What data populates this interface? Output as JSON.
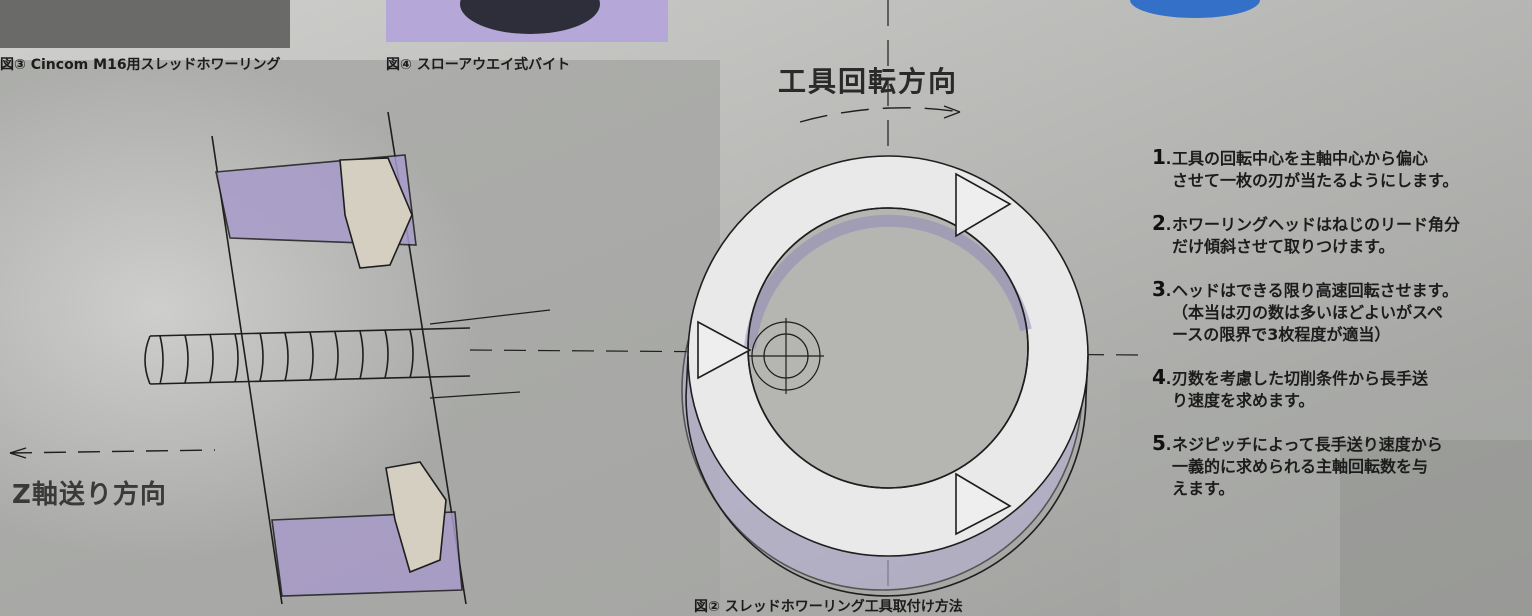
{
  "captions": {
    "fig3": "図③ Cincom M16用スレッドホワーリング",
    "fig4": "図④ スローアウエイ式バイト",
    "fig2": "図② スレッドホワーリング工具取付け方法"
  },
  "labels": {
    "rotation_direction": "工具回転方向",
    "z_feed_direction": "Z軸送り方向"
  },
  "steps": [
    {
      "num": "1",
      "lines": [
        "工具の回転中心を主軸中心から偏心",
        "させて一枚の刃が当たるようにします。"
      ]
    },
    {
      "num": "2",
      "lines": [
        "ホワーリングヘッドはねじのリード角分",
        "だけ傾斜させて取りつけます。"
      ]
    },
    {
      "num": "3",
      "lines": [
        "ヘッドはできる限り高速回転させます。",
        "（本当は刃の数は多いほどよいがスペ",
        "ースの限界で3枚程度が適当）"
      ]
    },
    {
      "num": "4",
      "lines": [
        "刃数を考慮した切削条件から長手送",
        "り速度を求めます。"
      ]
    },
    {
      "num": "5",
      "lines": [
        "ネジピッチによって長手送り速度から",
        "一義的に求められる主軸回転数を与",
        "えます。"
      ]
    }
  ],
  "colors": {
    "line": "#1e1e1e",
    "purple_fill": "#a89bc9",
    "ring_fill": "#e9e9ea"
  }
}
